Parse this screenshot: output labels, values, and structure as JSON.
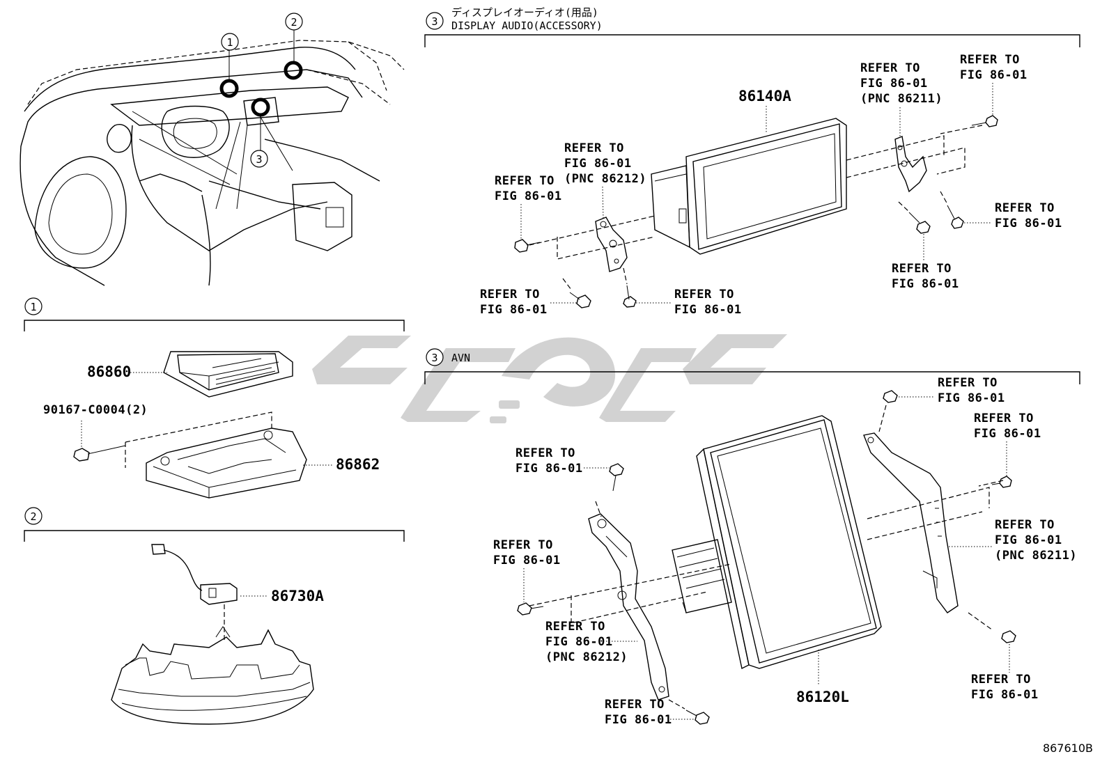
{
  "sections": {
    "display_audio": {
      "number": "3",
      "title_jp": "ディスプレイオーディオ(用品)",
      "title_en": "DISPLAY AUDIO(ACCESSORY)"
    },
    "avn": {
      "number": "3",
      "title": "AVN"
    },
    "sec1": {
      "number": "1"
    },
    "sec2": {
      "number": "2"
    }
  },
  "overview_callouts": [
    "1",
    "2",
    "3"
  ],
  "parts": {
    "p86140A": "86140A",
    "p86120L": "86120L",
    "p86860": "86860",
    "p86862": "86862",
    "p86730A": "86730A",
    "p90167": "90167-C0004(2)"
  },
  "refer": {
    "line1": "REFER TO",
    "line2": "FIG 86-01",
    "pnc86211": "(PNC 86211)",
    "pnc86212": "(PNC 86212)"
  },
  "figure_id": "867610B"
}
